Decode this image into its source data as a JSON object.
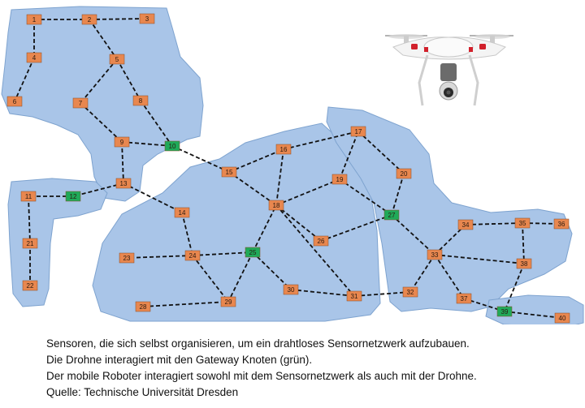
{
  "colors": {
    "region_fill": "#a9c5e8",
    "region_stroke": "#7ea3cf",
    "sensor_node": "#e8874f",
    "gateway_node": "#1faa59",
    "link": "#111111"
  },
  "nodes": [
    {
      "id": "1",
      "type": "sensor"
    },
    {
      "id": "2",
      "type": "sensor"
    },
    {
      "id": "3",
      "type": "sensor"
    },
    {
      "id": "4",
      "type": "sensor"
    },
    {
      "id": "5",
      "type": "sensor"
    },
    {
      "id": "6",
      "type": "sensor"
    },
    {
      "id": "7",
      "type": "sensor"
    },
    {
      "id": "8",
      "type": "sensor"
    },
    {
      "id": "9",
      "type": "sensor"
    },
    {
      "id": "10",
      "type": "gateway"
    },
    {
      "id": "11",
      "type": "sensor"
    },
    {
      "id": "12",
      "type": "gateway"
    },
    {
      "id": "13",
      "type": "sensor"
    },
    {
      "id": "14",
      "type": "sensor"
    },
    {
      "id": "15",
      "type": "sensor"
    },
    {
      "id": "16",
      "type": "sensor"
    },
    {
      "id": "17",
      "type": "sensor"
    },
    {
      "id": "18",
      "type": "sensor"
    },
    {
      "id": "19",
      "type": "sensor"
    },
    {
      "id": "20",
      "type": "sensor"
    },
    {
      "id": "21",
      "type": "sensor"
    },
    {
      "id": "22",
      "type": "sensor"
    },
    {
      "id": "23",
      "type": "sensor"
    },
    {
      "id": "24",
      "type": "sensor"
    },
    {
      "id": "25",
      "type": "gateway"
    },
    {
      "id": "26",
      "type": "sensor"
    },
    {
      "id": "27",
      "type": "gateway"
    },
    {
      "id": "28",
      "type": "sensor"
    },
    {
      "id": "29",
      "type": "sensor"
    },
    {
      "id": "30",
      "type": "sensor"
    },
    {
      "id": "31",
      "type": "sensor"
    },
    {
      "id": "32",
      "type": "sensor"
    },
    {
      "id": "33",
      "type": "sensor"
    },
    {
      "id": "34",
      "type": "sensor"
    },
    {
      "id": "35",
      "type": "sensor"
    },
    {
      "id": "36",
      "type": "sensor"
    },
    {
      "id": "37",
      "type": "sensor"
    },
    {
      "id": "38",
      "type": "sensor"
    },
    {
      "id": "39",
      "type": "gateway"
    },
    {
      "id": "40",
      "type": "sensor"
    }
  ],
  "links": [
    [
      "1",
      "2"
    ],
    [
      "2",
      "3"
    ],
    [
      "1",
      "4"
    ],
    [
      "4",
      "6"
    ],
    [
      "2",
      "5"
    ],
    [
      "5",
      "7"
    ],
    [
      "5",
      "8"
    ],
    [
      "7",
      "9"
    ],
    [
      "8",
      "10"
    ],
    [
      "9",
      "10"
    ],
    [
      "9",
      "13"
    ],
    [
      "13",
      "12"
    ],
    [
      "12",
      "11"
    ],
    [
      "11",
      "21"
    ],
    [
      "21",
      "22"
    ],
    [
      "13",
      "14"
    ],
    [
      "14",
      "24"
    ],
    [
      "24",
      "23"
    ],
    [
      "24",
      "25"
    ],
    [
      "24",
      "29"
    ],
    [
      "25",
      "29"
    ],
    [
      "25",
      "18"
    ],
    [
      "28",
      "29"
    ],
    [
      "25",
      "30"
    ],
    [
      "30",
      "31"
    ],
    [
      "10",
      "15"
    ],
    [
      "15",
      "18"
    ],
    [
      "15",
      "16"
    ],
    [
      "16",
      "17"
    ],
    [
      "16",
      "18"
    ],
    [
      "18",
      "19"
    ],
    [
      "19",
      "17"
    ],
    [
      "18",
      "26"
    ],
    [
      "18",
      "31"
    ],
    [
      "19",
      "27"
    ],
    [
      "17",
      "20"
    ],
    [
      "20",
      "27"
    ],
    [
      "26",
      "27"
    ],
    [
      "27",
      "33"
    ],
    [
      "33",
      "34"
    ],
    [
      "34",
      "35"
    ],
    [
      "35",
      "36"
    ],
    [
      "35",
      "38"
    ],
    [
      "33",
      "38"
    ],
    [
      "33",
      "37"
    ],
    [
      "33",
      "32"
    ],
    [
      "32",
      "31"
    ],
    [
      "37",
      "39"
    ],
    [
      "38",
      "39"
    ],
    [
      "39",
      "40"
    ]
  ],
  "caption": {
    "line1": "Sensoren, die sich selbst organisieren, um ein drahtloses Sensornetzwerk aufzubauen.",
    "line2": "Die Drohne interagiert mit den Gateway Knoten (grün).",
    "line3": "Der mobile Roboter interagiert sowohl mit dem Sensornetzwerk als auch mit der Drohne.",
    "line4": "Quelle: Technische Universität Dresden"
  }
}
